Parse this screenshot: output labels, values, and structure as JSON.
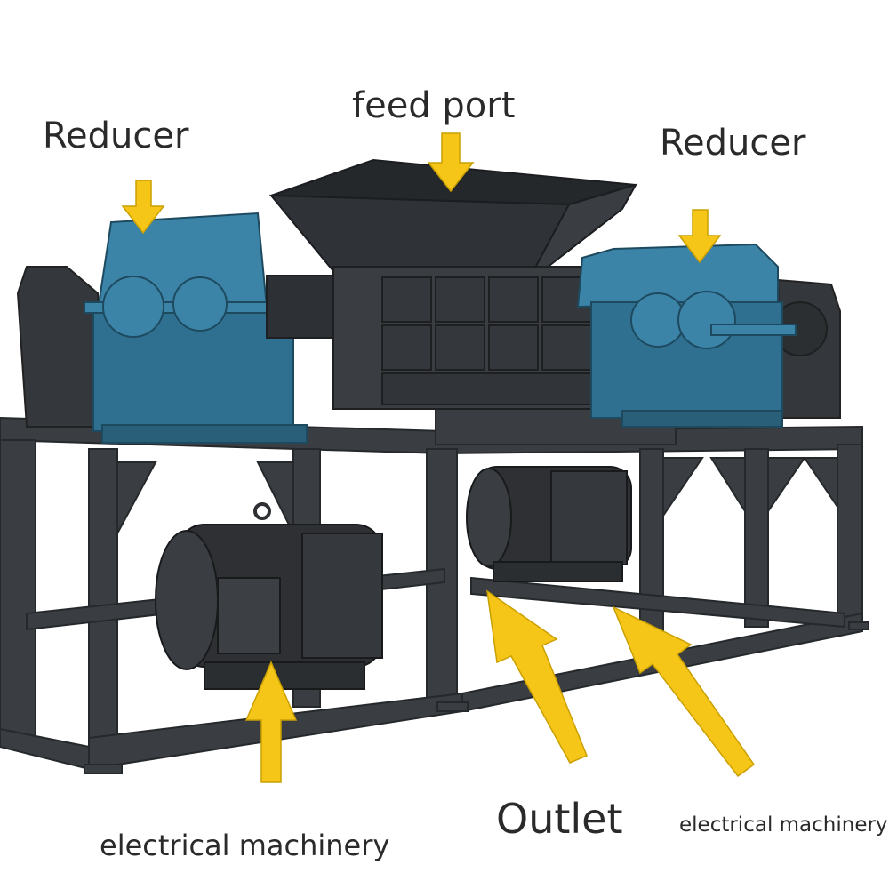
{
  "labels": {
    "feed_port": "feed port",
    "reducer_left": "Reducer",
    "reducer_right": "Reducer",
    "outlet": "Outlet",
    "electrical_left": "electrical machinery",
    "electrical_right": "electrical machinery"
  },
  "colors": {
    "frame": "#3a3d41",
    "frame_dark": "#2b2e31",
    "reducer": "#2f6f8f",
    "reducer_light": "#3b84a8",
    "motor": "#2e3033",
    "hopper": "#2f3236",
    "arrow": "#f5c518",
    "arrow_stroke": "#caa000"
  }
}
